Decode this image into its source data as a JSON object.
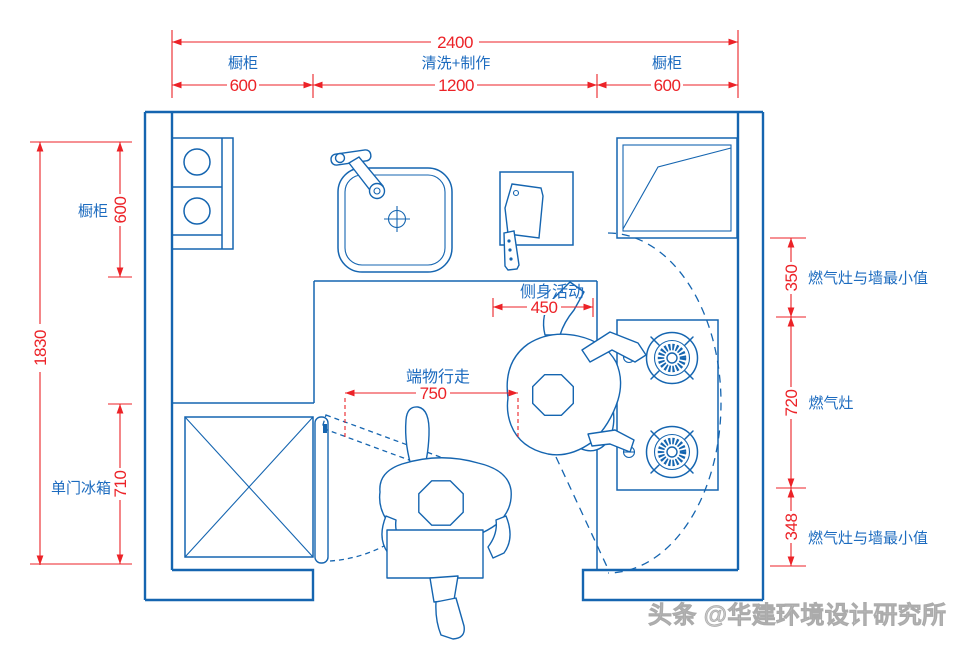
{
  "watermark": "头条 @华建环境设计研究所",
  "colors": {
    "line": "#1565b0",
    "dim": "#ec2227",
    "label": "#1c6bbf",
    "watermark": "#c9c9c9"
  },
  "dims": {
    "top_total": "2400",
    "top_segments": [
      {
        "label": "橱柜",
        "value": "600"
      },
      {
        "label": "清洗+制作",
        "value": "1200"
      },
      {
        "label": "橱柜",
        "value": "600"
      }
    ],
    "left_total": "1830",
    "left_segments": [
      {
        "label": "橱柜",
        "value": "600"
      },
      {
        "label": "单门冰箱",
        "value": "710"
      }
    ],
    "right_segments": [
      {
        "label": "燃气灶与墙最小值",
        "value": "350"
      },
      {
        "label": "燃气灶",
        "value": "720"
      },
      {
        "label": "燃气灶与墙最小值",
        "value": "348"
      }
    ],
    "clearances": [
      {
        "label": "侧身活动",
        "value": "450"
      },
      {
        "label": "端物行走",
        "value": "750"
      }
    ]
  }
}
